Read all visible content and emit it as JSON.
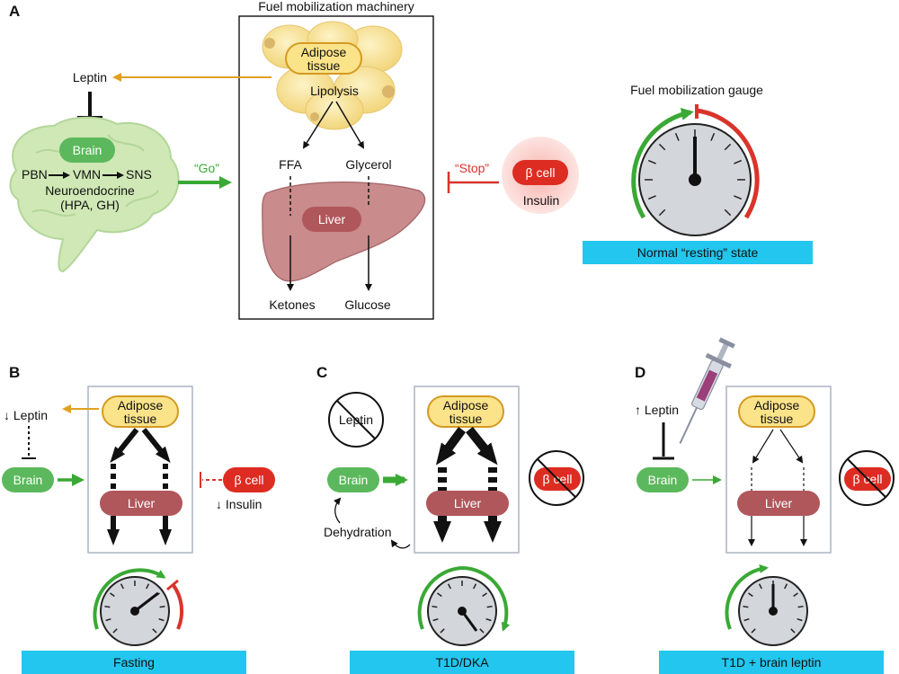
{
  "panels": {
    "a": "A",
    "b": "B",
    "c": "C",
    "d": "D"
  },
  "panel_a": {
    "box_title": "Fuel mobilization machinery",
    "adipose": "Adipose tissue",
    "adipose_line1": "Adipose",
    "adipose_line2": "tissue",
    "lipolysis": "Lipolysis",
    "ffa": "FFA",
    "glycerol": "Glycerol",
    "liver": "Liver",
    "ketones": "Ketones",
    "glucose": "Glucose",
    "leptin": "Leptin",
    "brain": "Brain",
    "pathway": [
      "PBN",
      "VMN",
      "SNS"
    ],
    "neuroendocrine": "Neuroendocrine",
    "neuro_detail": "(HPA, GH)",
    "go": "“Go”",
    "stop": "“Stop”",
    "beta_cell": "β cell",
    "insulin": "Insulin",
    "gauge_title": "Fuel mobilization gauge",
    "state": "Normal “resting” state"
  },
  "panel_b": {
    "leptin": "↓ Leptin",
    "brain": "Brain",
    "adipose_line1": "Adipose",
    "adipose_line2": "tissue",
    "liver": "Liver",
    "beta_cell": "β cell",
    "insulin": "↓ Insulin",
    "state": "Fasting"
  },
  "panel_c": {
    "leptin": "Leptin",
    "brain": "Brain",
    "dehydration": "Dehydration",
    "adipose_line1": "Adipose",
    "adipose_line2": "tissue",
    "liver": "Liver",
    "beta_cell": "β cell",
    "state": "T1D/DKA"
  },
  "panel_d": {
    "leptin": "↑ Leptin",
    "brain": "Brain",
    "adipose_line1": "Adipose",
    "adipose_line2": "tissue",
    "liver": "Liver",
    "beta_cell": "β cell",
    "state": "T1D + brain leptin"
  },
  "colors": {
    "green": "#3aa935",
    "red": "#d9342b",
    "orange": "#e0a020",
    "cyan": "#22c6ee",
    "liver": "#b8666a",
    "brain_fill": "#cfe8b5",
    "gauge_face": "#d3d6db"
  },
  "icons": [
    "brain-icon",
    "adipose-cells-icon",
    "liver-icon",
    "beta-cell-icon",
    "gauge-icon",
    "syringe-icon",
    "no-symbol-icon"
  ]
}
